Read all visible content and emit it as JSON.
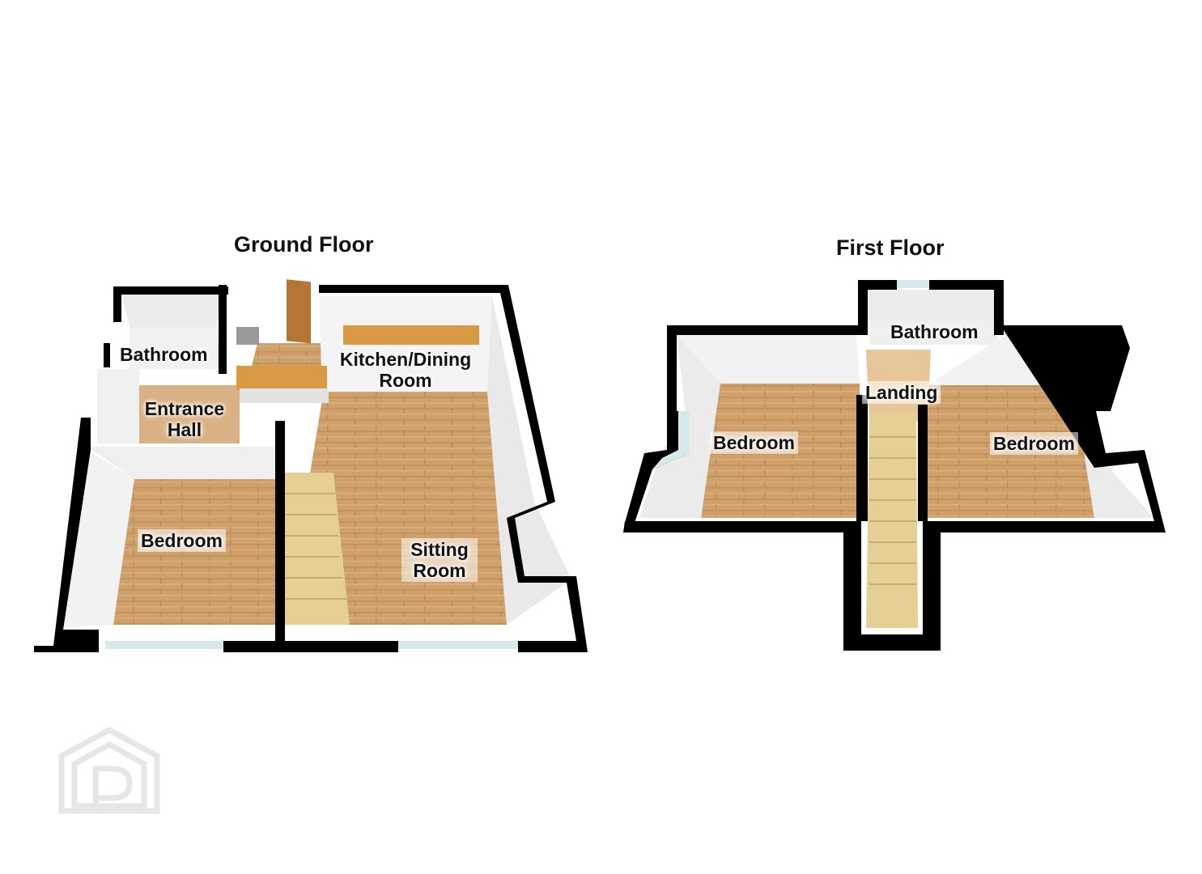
{
  "floors": [
    {
      "title": "Ground Floor",
      "rooms": [
        "Bathroom",
        "Kitchen/Dining\nRoom",
        "Entrance\nHall",
        "Bedroom",
        "Sitting\nRoom"
      ]
    },
    {
      "title": "First Floor",
      "rooms": [
        "Bathroom",
        "Landing",
        "Bedroom",
        "Bedroom"
      ]
    }
  ],
  "colors": {
    "wall": "#000000",
    "floor_wood": "#c99a5c",
    "inner_wall": "#f6f6f6",
    "watermark": "#e6e6e6"
  },
  "icons": [
    "watermark-logo-icon"
  ]
}
